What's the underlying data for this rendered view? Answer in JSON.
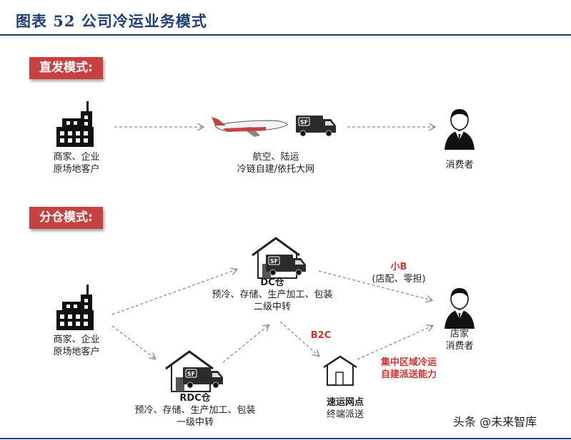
{
  "header": {
    "title": "图表  52   公司冷运业务模式"
  },
  "direct_mode": {
    "label": "直发模式:",
    "merchant": {
      "line1": "商家、企业",
      "line2": "原场地客户"
    },
    "transport": {
      "line1": "航空、陆运",
      "line2": "冷链自建/依托大网"
    },
    "consumer": "消费者",
    "truck_logo": "SF"
  },
  "split_mode": {
    "label": "分仓模式:",
    "merchant": {
      "line1": "商家、企业",
      "line2": "原场地客户"
    },
    "dc": {
      "name": "DC仓",
      "line1": "预冷、存储、生产加工、包装",
      "line2": "二级中转"
    },
    "rdc": {
      "name": "RDC仓",
      "line1": "预冷、存储、生产加工、包装",
      "line2": "一级中转"
    },
    "small_b": {
      "title": "小B",
      "subtitle": "(店配、零担)"
    },
    "b2c": "B2C",
    "concentrated": {
      "line1": "集中区域冷运",
      "line2": "自建派送能力"
    },
    "station": {
      "name": "速运网点",
      "line1": "终端派送"
    },
    "consumer": {
      "line1": "店家",
      "line2": "消费者"
    },
    "truck_logo": "SF"
  },
  "watermark": "头条 @未来智库",
  "colors": {
    "brand_blue": "#1f3f73",
    "accent_red": "#c6413f",
    "label_red": "#d2332f",
    "arrow_gray": "#8c8c8c"
  }
}
